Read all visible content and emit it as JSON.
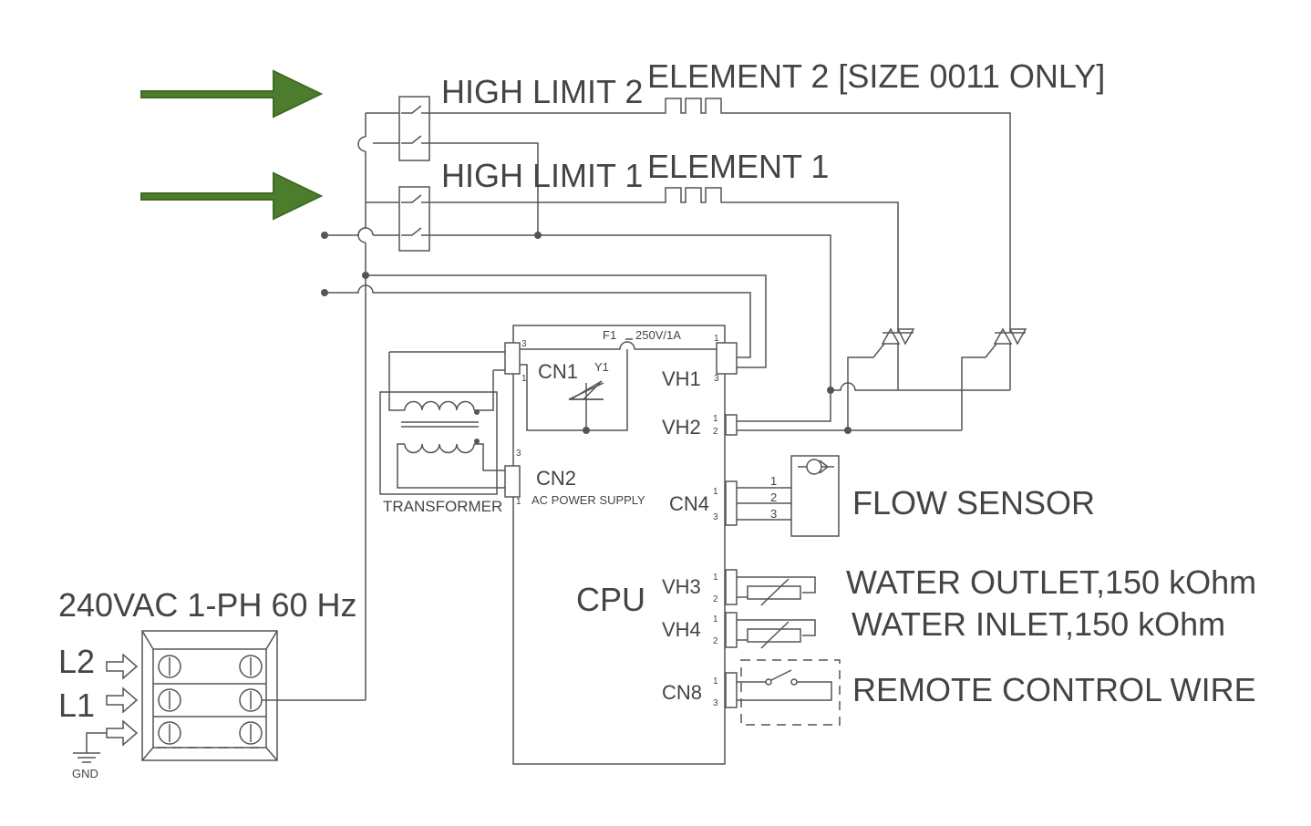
{
  "labels": {
    "high_limit_2": "HIGH LIMIT 2",
    "high_limit_1": "HIGH LIMIT 1",
    "element_2": "ELEMENT 2  [SIZE 0011 ONLY]",
    "element_1": "ELEMENT 1",
    "power_supply": "240VAC 1-PH 60 Hz",
    "l2": "L2",
    "l1": "L1",
    "gnd": "GND",
    "transformer": "TRANSFORMER",
    "cpu": "CPU",
    "fuse": "F1",
    "fuse_rating": "250V/1A",
    "y1": "Y1",
    "flow_sensor": "FLOW SENSOR",
    "water_outlet": "WATER OUTLET,150 kOhm",
    "water_inlet": "WATER INLET,150 kOhm",
    "remote_control": "REMOTE CONTROL WIRE"
  },
  "connectors": {
    "cn1": "CN1",
    "cn2": "CN2",
    "cn2_desc": "AC POWER SUPPLY",
    "cn4": "CN4",
    "cn8": "CN8",
    "vh1": "VH1",
    "vh2": "VH2",
    "vh3": "VH3",
    "vh4": "VH4"
  },
  "flow_sensor_pins": [
    "1",
    "2",
    "3"
  ],
  "colors": {
    "wire": "#555555",
    "text": "#444444",
    "arrow": "#4c7d2c"
  }
}
